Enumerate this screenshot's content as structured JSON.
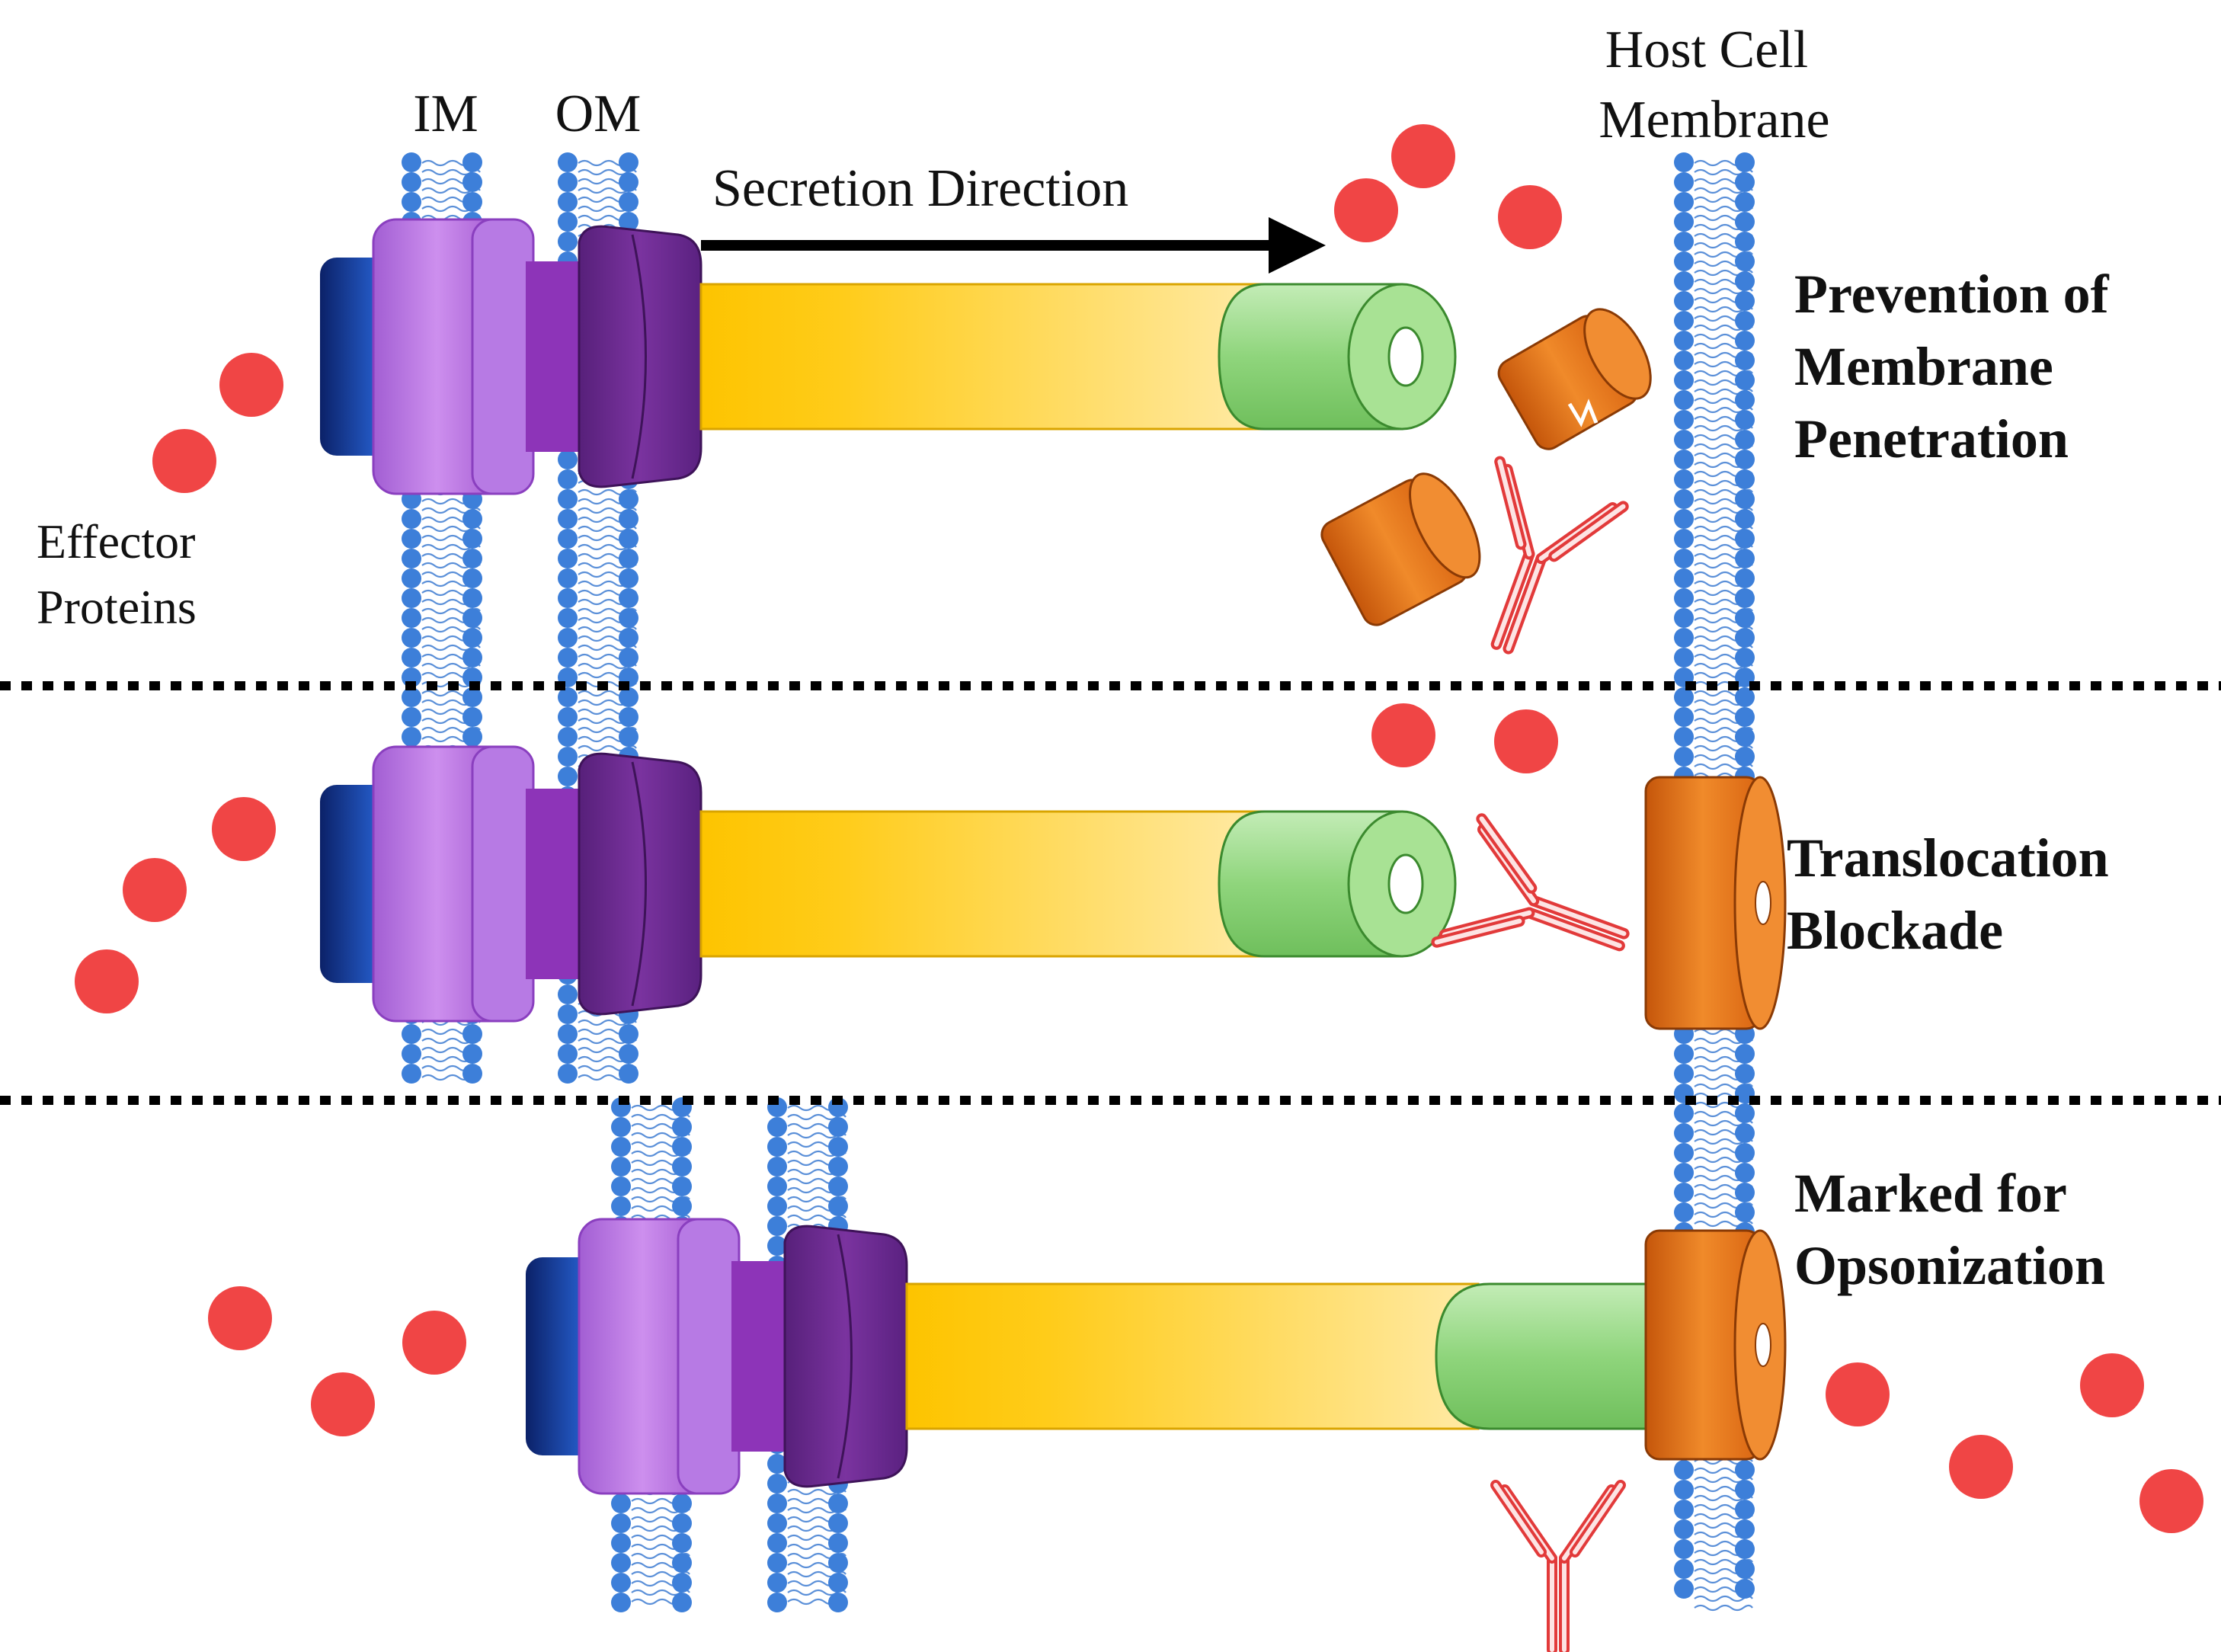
{
  "labels": {
    "im": "IM",
    "om": "OM",
    "secretion_direction": "Secretion Direction",
    "host_cell_line1": "Host Cell",
    "host_cell_line2": "Membrane",
    "effector_line1": "Effector",
    "effector_line2": "Proteins"
  },
  "mechanisms": [
    {
      "lines": [
        "Prevention of",
        "Membrane",
        "Penetration"
      ]
    },
    {
      "lines": [
        "Translocation",
        "Blockade"
      ]
    },
    {
      "lines": [
        "Marked for",
        "Opsonization"
      ]
    }
  ],
  "colors": {
    "lipid_head": "#3d7fd9",
    "lipid_tail": "#5a8fd8",
    "effector": "#f04545",
    "basal_dark": "#0a2a7a",
    "basal_light": "#2f6fe0",
    "im_ring": "#b272dd",
    "im_ring_dark": "#8a3fbf",
    "om_ring": "#6e2b8f",
    "needle_start": "#fdc400",
    "needle_end": "#ffe79a",
    "tip": "#9fdc8e",
    "tip_stroke": "#3b8a2e",
    "translocon": "#ef7a1c",
    "translocon_dark": "#c4560b",
    "antibody": "#f5a3a3",
    "antibody_stroke": "#e23a3a",
    "text": "#111111"
  }
}
